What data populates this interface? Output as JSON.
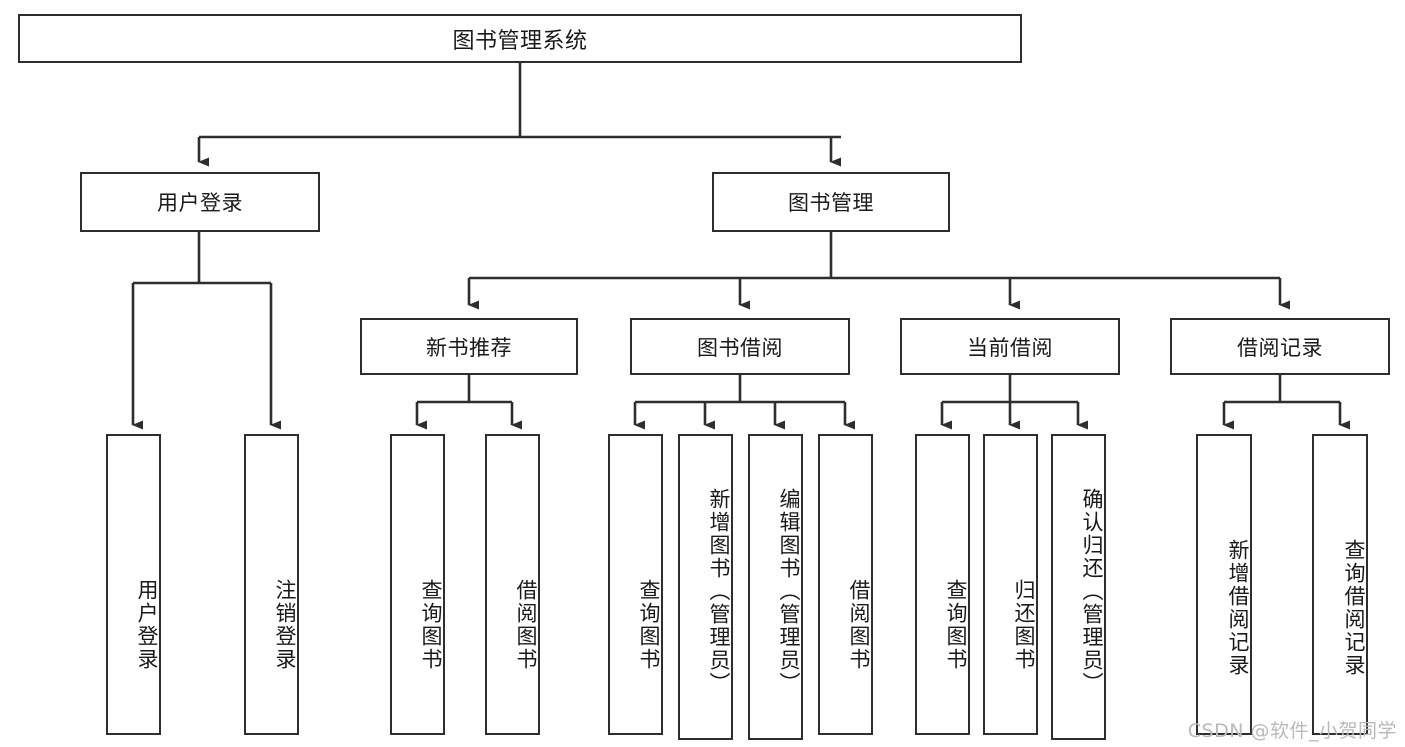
{
  "diagram": {
    "title": "图书管理系统",
    "type": "tree-hierarchy",
    "watermark": "CSDN @软件_小贺同学",
    "colors": {
      "stroke": "#2e2e2e",
      "fill": "#ffffff",
      "text": "#1a1a1a",
      "watermark": "#b9b9b9"
    }
  },
  "nodes": {
    "root": {
      "label": "图书管理系统"
    },
    "level1": [
      {
        "label": "用户登录"
      },
      {
        "label": "图书管理"
      }
    ],
    "level2": [
      {
        "label": "新书推荐"
      },
      {
        "label": "图书借阅"
      },
      {
        "label": "当前借阅"
      },
      {
        "label": "借阅记录"
      }
    ],
    "leaves": {
      "user_login": [
        {
          "label": "用户登录"
        },
        {
          "label": "注销登录"
        }
      ],
      "new_book": [
        {
          "label": "查询图书"
        },
        {
          "label": "借阅图书"
        }
      ],
      "borrow": [
        {
          "label": "查询图书"
        },
        {
          "label": "新增图书（管理员）"
        },
        {
          "label": "编辑图书（管理员）"
        },
        {
          "label": "借阅图书"
        }
      ],
      "current": [
        {
          "label": "查询图书"
        },
        {
          "label": "归还图书"
        },
        {
          "label": "确认归还（管理员）"
        }
      ],
      "records": [
        {
          "label": "新增借阅记录"
        },
        {
          "label": "查询借阅记录"
        }
      ]
    }
  }
}
